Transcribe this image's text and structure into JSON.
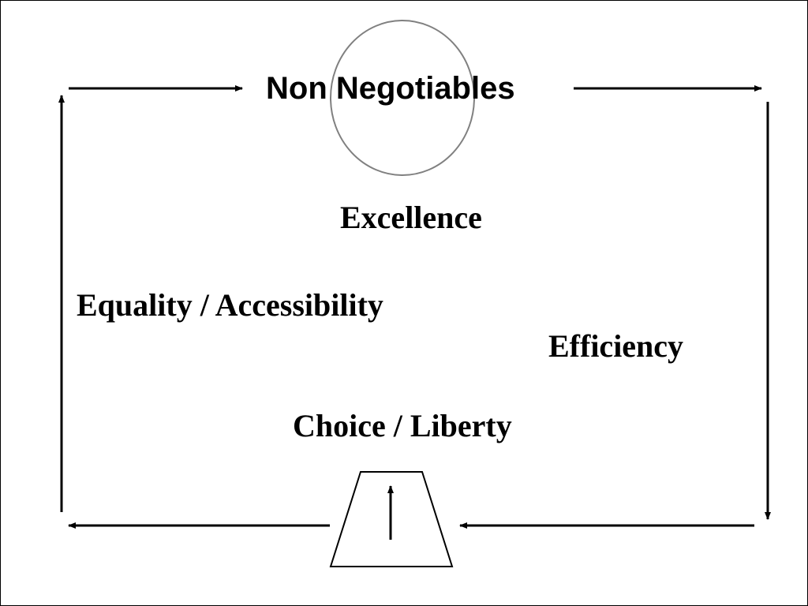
{
  "diagram": {
    "title": "Non Negotiables",
    "values": {
      "excellence": "Excellence",
      "equality": "Equality / Accessibility",
      "efficiency": "Efficiency",
      "choice": "Choice / Liberty"
    },
    "colors": {
      "stroke": "#000000",
      "circle_outline": "#808080",
      "background": "#ffffff"
    }
  }
}
